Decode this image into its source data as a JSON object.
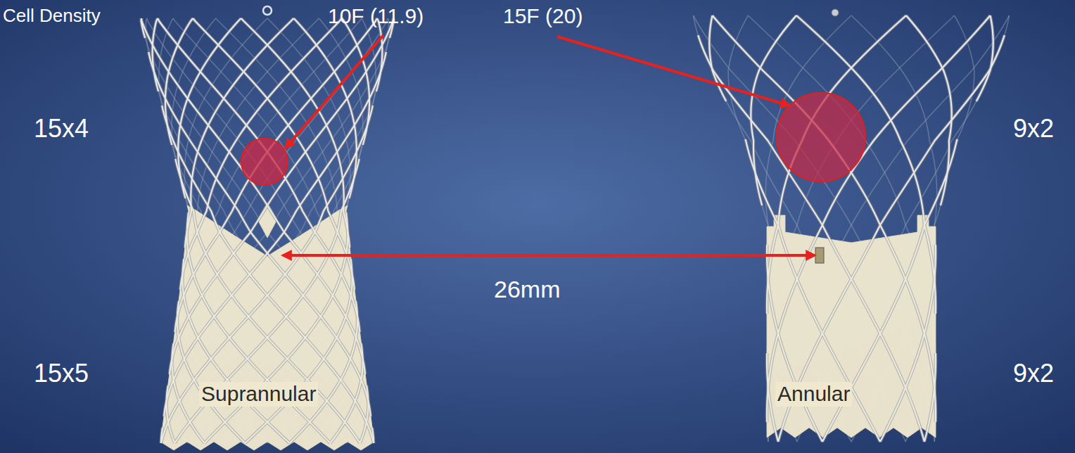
{
  "diagram": {
    "labels": [
      "Cell Density",
      "10F (11.9)",
      "15F (20)",
      "15x4",
      "9x2",
      "26mm",
      "15x5",
      "9x2",
      "Suprannular",
      "Annular"
    ]
  }
}
